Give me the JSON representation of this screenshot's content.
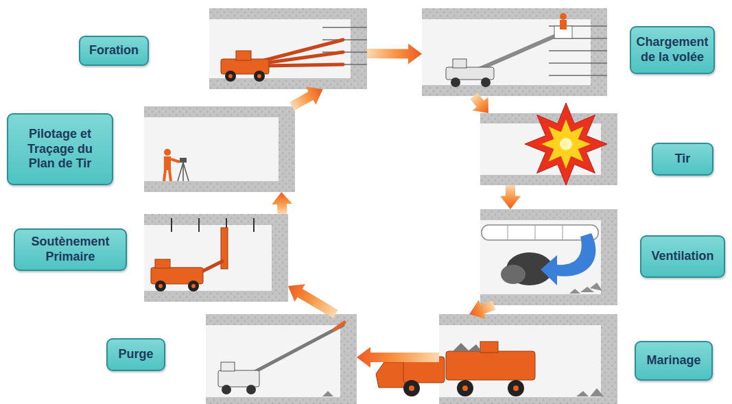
{
  "diagram": {
    "nodes": [
      {
        "text": [
          "Foration"
        ]
      },
      {
        "text": [
          "Chargement de la volée"
        ]
      },
      {
        "text": [
          "Tir"
        ]
      },
      {
        "text": [
          "Ventilation"
        ]
      },
      {
        "text": [
          "Marinage"
        ]
      },
      {
        "text": [
          "Purge"
        ]
      },
      {
        "text": [
          "Soutènement Primaire"
        ]
      },
      {
        "text": [
          "Pilotage et Traçage du Plan de Tir"
        ]
      }
    ],
    "edges": [
      {
        "from": 0,
        "to": 1,
        "arrow": "to"
      },
      {
        "from": 1,
        "to": 2,
        "arrow": "to"
      },
      {
        "from": 2,
        "to": 3,
        "arrow": "to"
      },
      {
        "from": 3,
        "to": 4,
        "arrow": "to"
      },
      {
        "from": 4,
        "to": 5,
        "arrow": "to"
      },
      {
        "from": 5,
        "to": 6,
        "arrow": "to"
      },
      {
        "from": 6,
        "to": 7,
        "arrow": "to"
      },
      {
        "from": 7,
        "to": 0,
        "arrow": "to"
      }
    ]
  }
}
